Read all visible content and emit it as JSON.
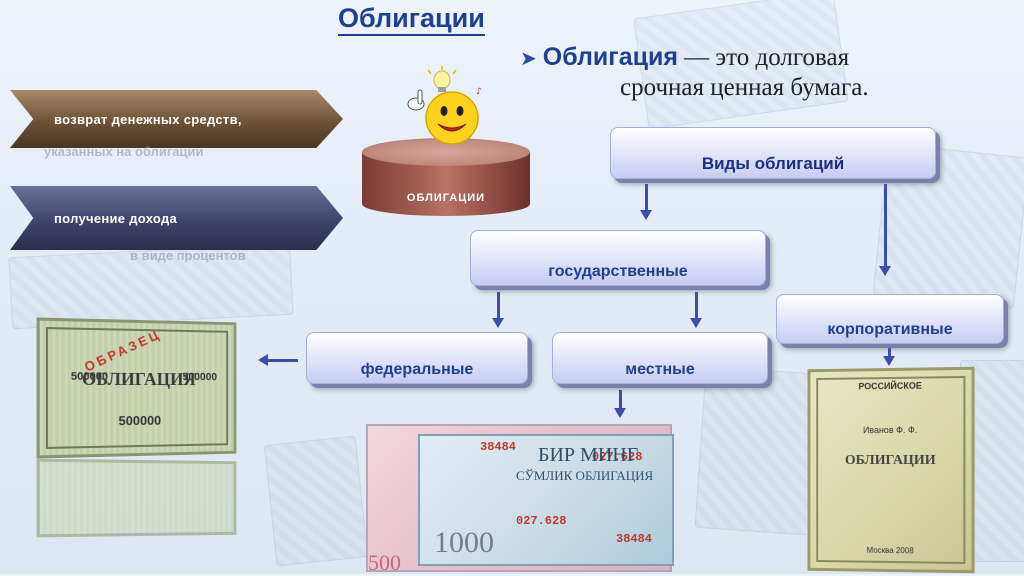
{
  "slide": {
    "title": "Облигации",
    "definition": {
      "term": "Облигация",
      "rest_line1": " — это долговая",
      "line2": "срочная ценная бумага."
    }
  },
  "banners": [
    {
      "label": "возврат денежных средств,",
      "ghost": "указанных на облигации"
    },
    {
      "label": "получение дохода",
      "ghost": "в виде процентов"
    }
  ],
  "cylinder": {
    "label": "ОБЛИГАЦИИ"
  },
  "diagram": {
    "types_node": "Виды облигаций",
    "state_node": "государственные",
    "corporate_node": "корпоративные",
    "federal_node": "федеральные",
    "local_node": "местные"
  },
  "images": {
    "green_bond": {
      "title": "ОБЛИГАЦИЯ",
      "amount_left": "500000",
      "amount_right": "500000",
      "amount_bottom": "500000",
      "stamp": "ОБРАЗЕЦ"
    },
    "pink_bond": {
      "heading": "БИР МИНГ",
      "subheading": "СЎМЛИК ОБЛИГАЦИЯ",
      "serial_1": "38484",
      "serial_2": "027.628",
      "value": "1000",
      "lower_value": "500"
    },
    "book_bond": {
      "top": "РОССИЙСКОЕ",
      "name": "Иванов Ф. Ф.",
      "title": "ОБЛИГАЦИИ",
      "year": "Москва 2008"
    }
  },
  "colors": {
    "title_blue": "#1f3f8f",
    "banner_brown": "#6d5237",
    "banner_navy": "#40436b",
    "arrow_blue": "#3a4fa8"
  }
}
